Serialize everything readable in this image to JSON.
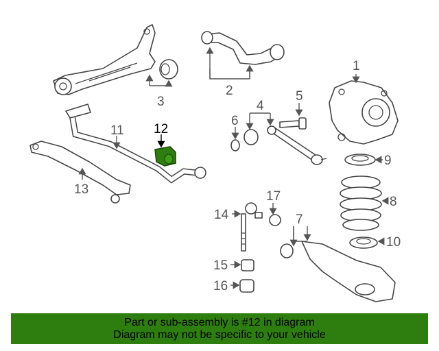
{
  "diagram": {
    "labels": {
      "p1": "1",
      "p2": "2",
      "p3": "3",
      "p4": "4",
      "p5": "5",
      "p6": "6",
      "p7": "7",
      "p8": "8",
      "p9": "9",
      "p10": "10",
      "p11": "11",
      "p12": "12",
      "p13": "13",
      "p14": "14",
      "p15": "15",
      "p16": "16",
      "p17": "17"
    },
    "highlight_color": "#2e7d0f"
  },
  "banner": {
    "line1": "Part or sub-assembly is #12 in diagram",
    "line2": "Diagram may not be specific to your vehicle",
    "color": "#2e7d0f"
  }
}
